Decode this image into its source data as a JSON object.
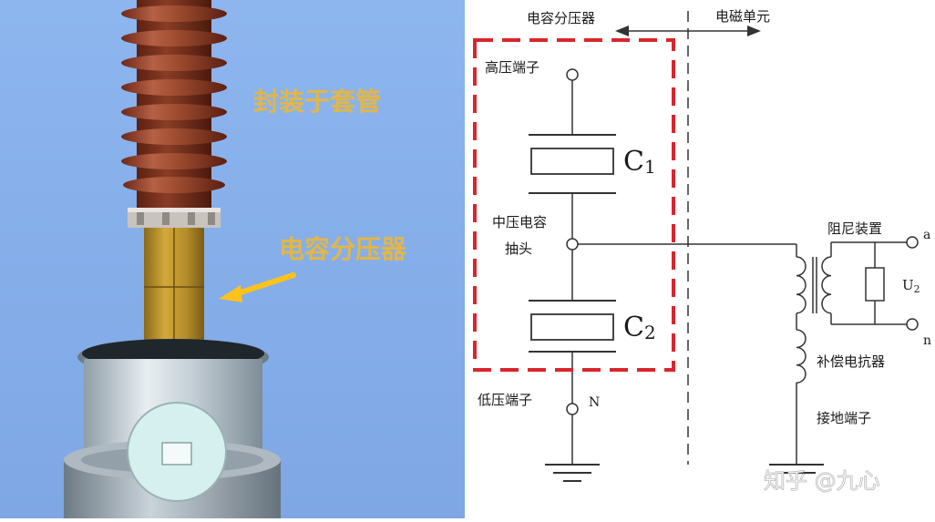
{
  "illustration": {
    "bushing_label": "封装于套管",
    "divider_label": "电容分压器",
    "colors": {
      "background": "#86b0ea",
      "bushing": "#9b4a2e",
      "label": "#e6b84a",
      "arrow": "#ffc21a"
    }
  },
  "circuit": {
    "section_left": "电容分压器",
    "section_right": "电磁单元",
    "hv_terminal": "高压端子",
    "c1_letter": "C",
    "c1_sub": "1",
    "mid_tap_line1": "中压电容",
    "mid_tap_line2": "抽头",
    "c2_letter": "C",
    "c2_sub": "2",
    "lv_terminal": "低压端子",
    "n_mark": "N",
    "damping_device": "阻尼装置",
    "term_a": "a",
    "term_n": "n",
    "u_letter": "U",
    "u_sub": "2",
    "comp_reactor": "补偿电抗器",
    "ground_terminal": "接地端子",
    "colors": {
      "dashed_box": "#d9262b",
      "line": "#333333"
    }
  },
  "watermark": "知乎 @九心"
}
